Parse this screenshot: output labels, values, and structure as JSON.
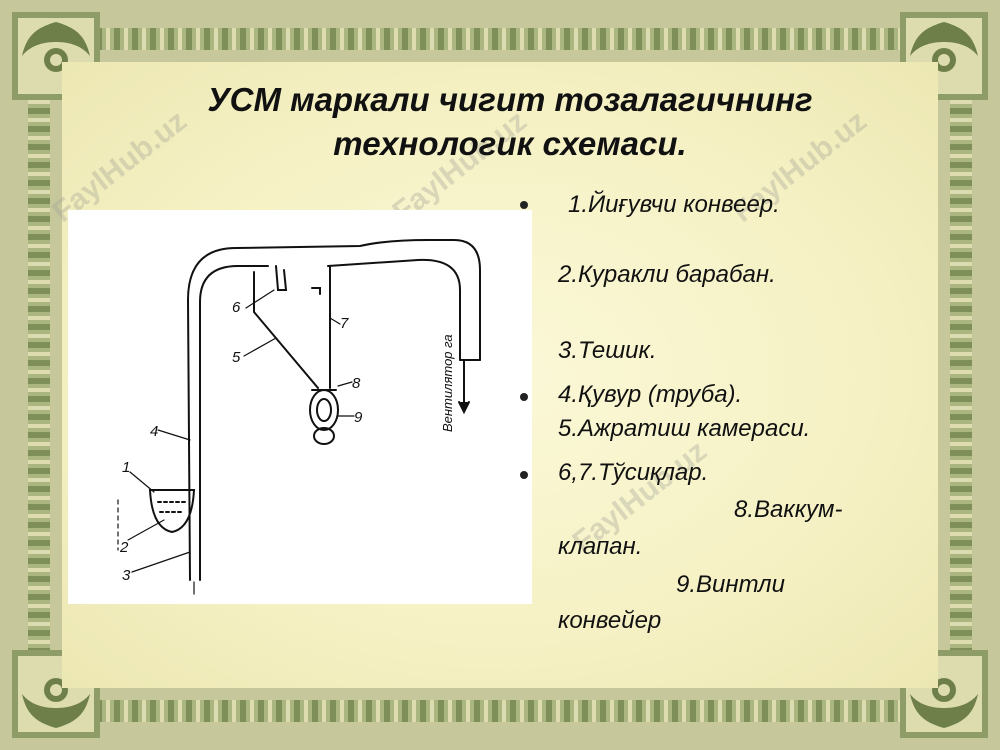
{
  "title": {
    "line1": "УСМ маркали чигит тозалагичнинг",
    "line2": "технологик схемаси."
  },
  "items": [
    "1.Йиғувчи конвеер.",
    "2.Куракли барабан.",
    "3.Тешик.",
    "4.Қувур (труба).",
    "5.Ажратиш камераси.",
    "6,7.Тўсиқлар.",
    "8.Ваккум-",
    "клапан.",
    "9.Винтли",
    "конвейер"
  ],
  "figure": {
    "labels": [
      "1",
      "2",
      "3",
      "4",
      "5",
      "6",
      "7",
      "8",
      "9"
    ],
    "duct_label": "Вентилятор га"
  },
  "watermark": "FaylHub.uz",
  "colors": {
    "frame": "#7f8f5a",
    "background": "#f5f1c4"
  }
}
